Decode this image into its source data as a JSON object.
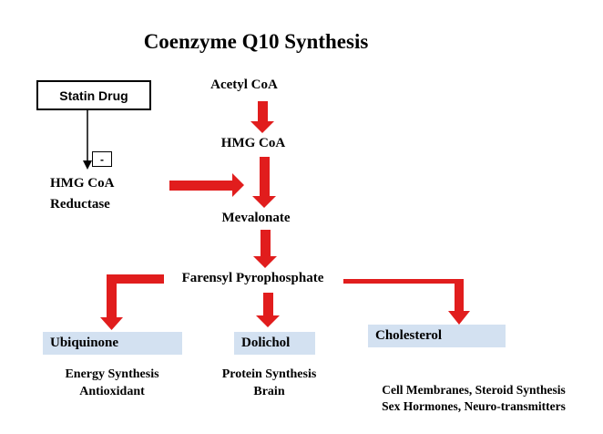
{
  "title": "Coenzyme Q10 Synthesis",
  "colors": {
    "arrow": "#e11d1d",
    "highlight": "#d3e1f1",
    "text": "#000000",
    "background": "#ffffff"
  },
  "statin": {
    "label": "Statin Drug"
  },
  "inhibitor": {
    "sign": "-"
  },
  "pathway": {
    "acetyl_coa": "Acetyl CoA",
    "hmg_coa": "HMG CoA",
    "enzyme": {
      "line1": "HMG CoA",
      "line2": "Reductase"
    },
    "mevalonate": "Mevalonate",
    "farensyl": "Farensyl Pyrophosphate"
  },
  "products": {
    "ubiquinone": {
      "label": "Ubiquinone",
      "desc1": "Energy Synthesis",
      "desc2": "Antioxidant"
    },
    "dolichol": {
      "label": "Dolichol",
      "desc1": "Protein Synthesis",
      "desc2": "Brain"
    },
    "cholesterol": {
      "label": "Cholesterol",
      "desc1": "Cell Membranes, Steroid Synthesis",
      "desc2": "Sex Hormones, Neuro-transmitters"
    }
  }
}
